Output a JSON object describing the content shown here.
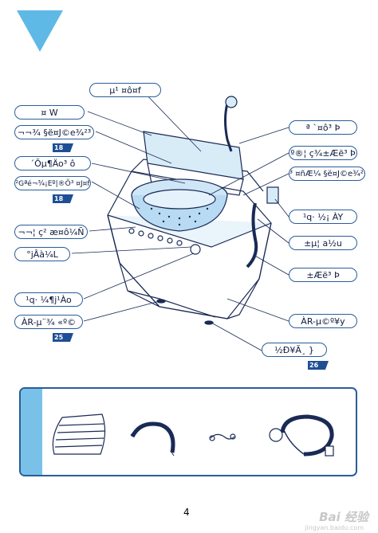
{
  "labels": {
    "l1": "µ¹ ¤ô¤f",
    "l2": "¤      W",
    "l3": "¬¬¾ §ë¤J©e¾²³",
    "l4": "´Õµ¶Äo³ ô",
    "l5": "²Gªé¬¾¡Eº|®Õ³ ¤J¤f",
    "l6": "¬¬¦ ç² æ¤ô¼Ñ",
    "l7": "°jÂà¼L",
    "l8": "¹q· ¼¶j¹Ào",
    "l9": "ÀR-µ¨¾ «º©",
    "r1": "ª `¤ô³ Þ",
    "r2": "º®¦ ç¾±Æë³ Þ",
    "r3": "³ ¤ñÆ¼ §ë¤J©e¾²³",
    "r4": "¹q· ½¡ ÀY",
    "r5": "±µ¦ a½u",
    "r6": "±Æë³ Þ",
    "r7": "ÀR-µ©º¥y",
    "r8": "½Ð¥Ã¸ }"
  },
  "badges": {
    "b1": "18",
    "b2": "18",
    "b3": "25",
    "b4": "26"
  },
  "page_number": "4",
  "watermark": "Bai 经验",
  "watermark_url": "jingyan.baidu.com",
  "icons": [
    "washing-machine-illustration",
    "drain-hose-cover",
    "drain-hose",
    "hose-clamp",
    "inlet-hose"
  ]
}
